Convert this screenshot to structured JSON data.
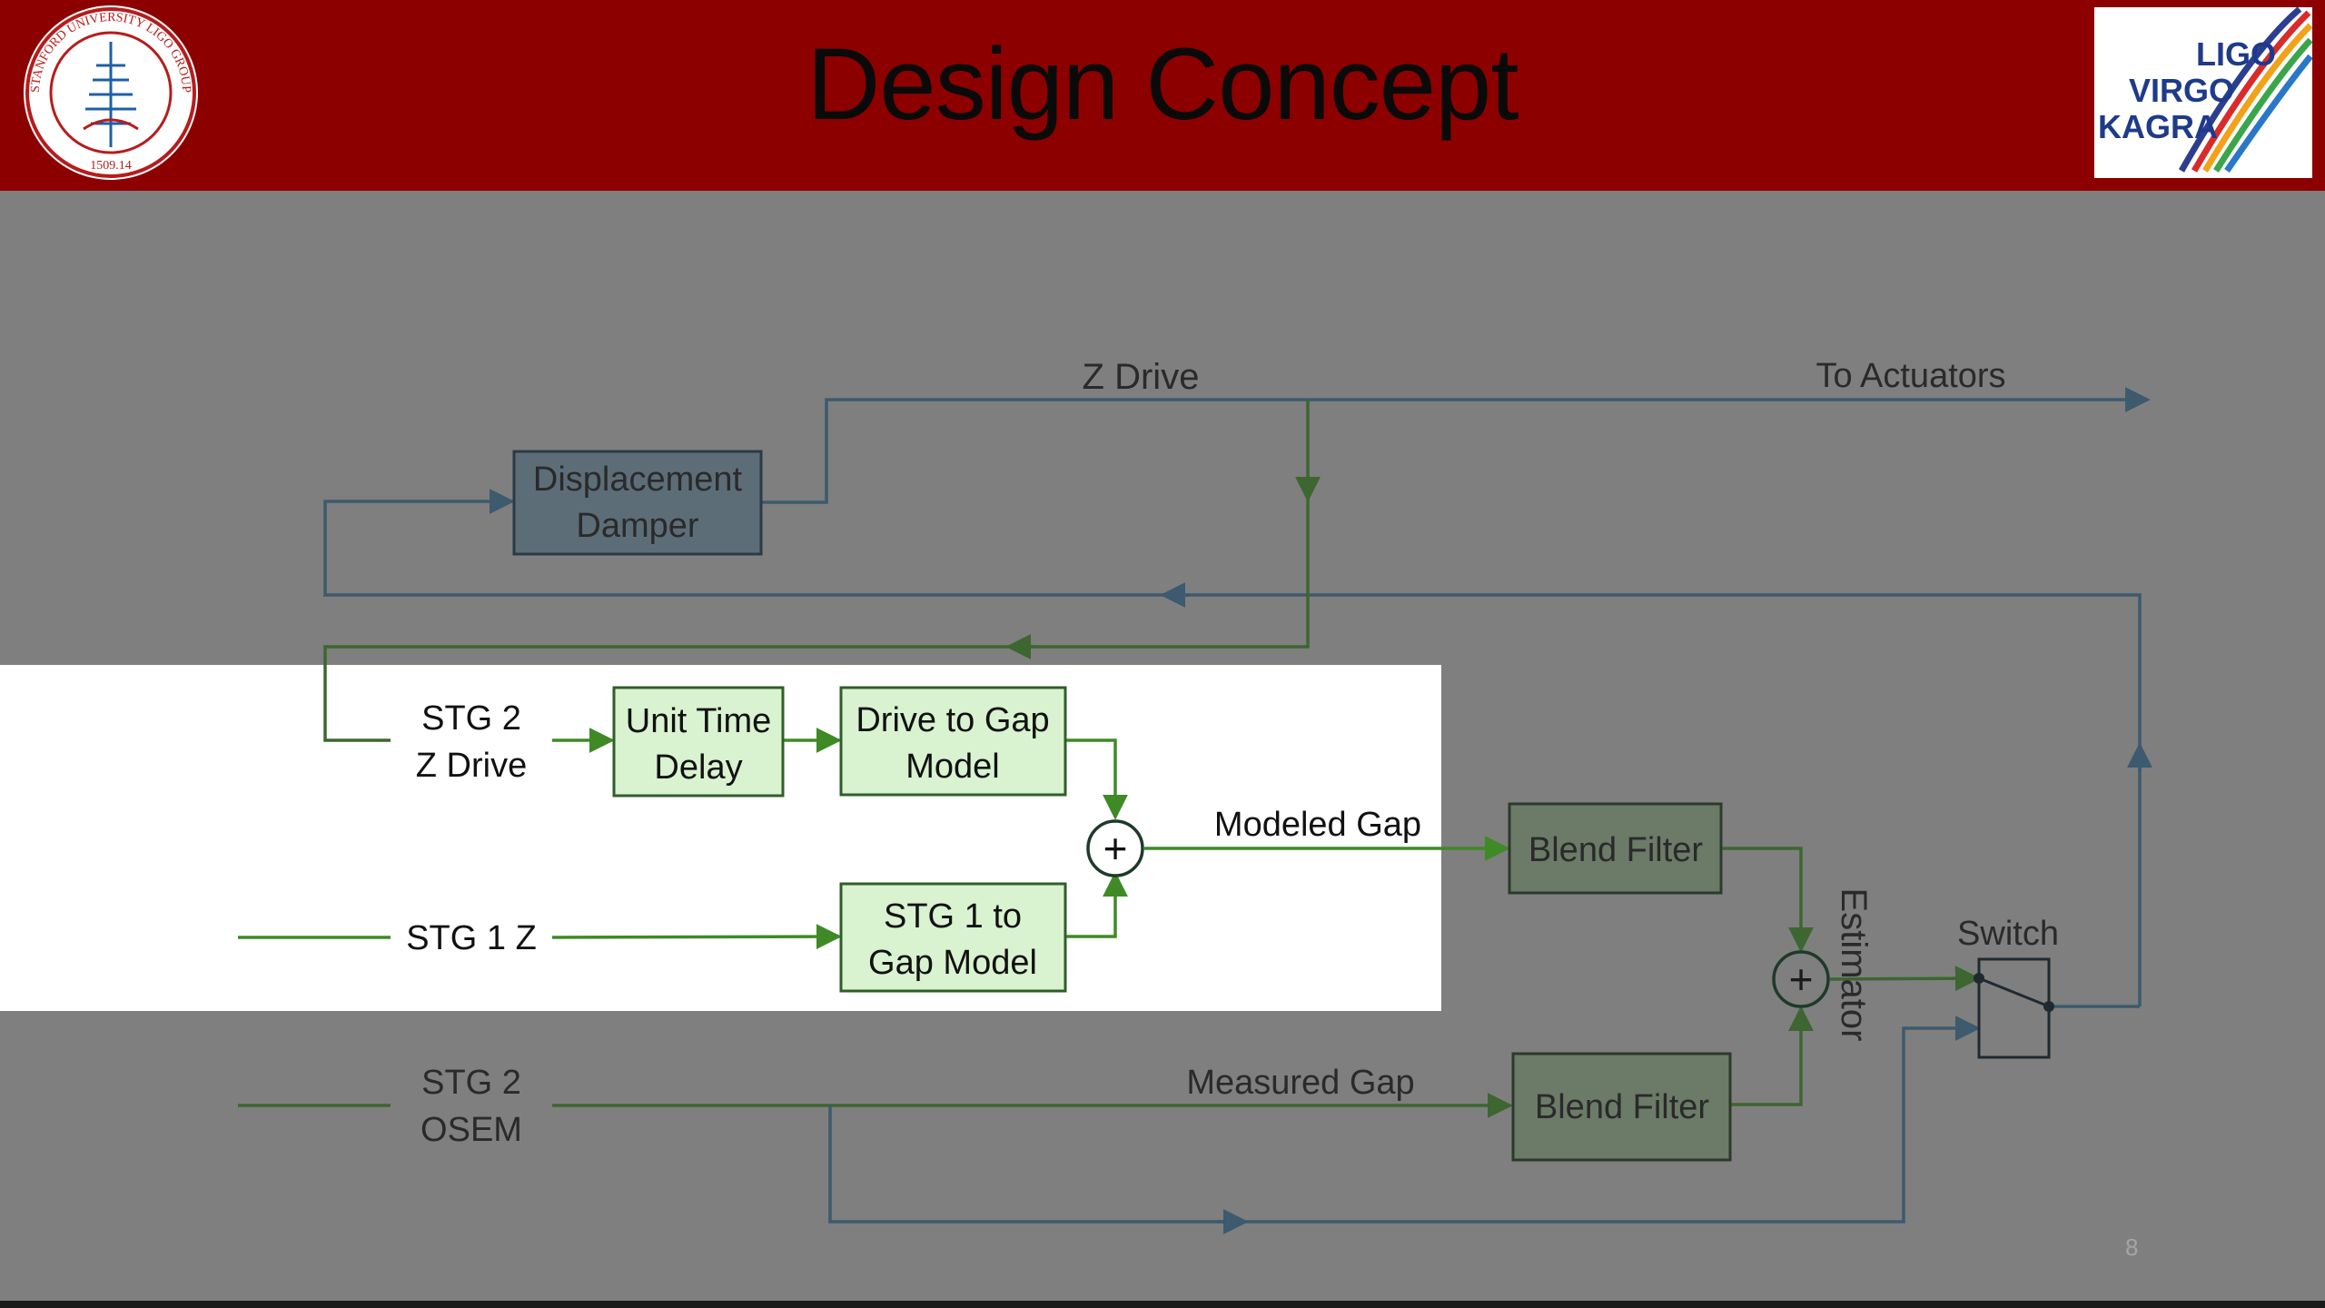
{
  "slide": {
    "title": "Design Concept",
    "page_number": "8"
  },
  "logos": {
    "left_seal": {
      "ring_text": "STANFORD UNIVERSITY LIGO GROUP",
      "year": "1509.14"
    },
    "right": {
      "lines": [
        "LIGO",
        "VIRGO",
        "KAGRA"
      ]
    }
  },
  "diagram": {
    "signals": {
      "z_drive": "Z Drive",
      "to_actuators": "To Actuators",
      "modeled_gap": "Modeled Gap",
      "measured_gap": "Measured Gap",
      "switch": "Switch",
      "estimator": "Estimator"
    },
    "inputs": {
      "stg2_zdrive": [
        "STG 2",
        "Z Drive"
      ],
      "stg1_z": "STG 1 Z",
      "stg2_osem": [
        "STG 2",
        "OSEM"
      ]
    },
    "blocks": {
      "displacement_damper": [
        "Displacement",
        "Damper"
      ],
      "unit_time_delay": [
        "Unit Time",
        "Delay"
      ],
      "drive_to_gap": [
        "Drive to Gap",
        "Model"
      ],
      "stg1_to_gap": [
        "STG 1 to",
        "Gap Model"
      ],
      "blend_filter_top": "Blend Filter",
      "blend_filter_bottom": "Blend Filter"
    },
    "sum_symbol": "+",
    "colors": {
      "dim_line": "#3d5a6e",
      "bright_line": "#3f8a26",
      "dim_green_line": "#3d6630",
      "block_fill_bright": "#d9f2d0",
      "block_fill_dim": "#6c7a68",
      "block_fill_blue_dim": "#5d6d78"
    }
  }
}
